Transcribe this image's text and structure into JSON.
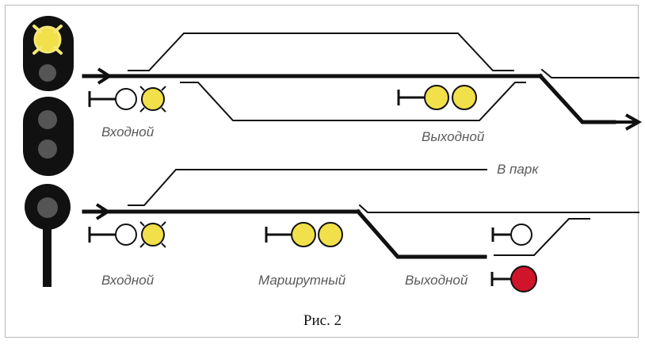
{
  "labels": {
    "entry_top": "Входной",
    "exit_top": "Выходной",
    "to_park": "В парк",
    "entry_bottom": "Входной",
    "route": "Маршрутный",
    "exit_bottom": "Выходной"
  },
  "caption": "Рис. 2",
  "colors": {
    "lamp_yellow": "#f2e04a",
    "lamp_red": "#d0142a",
    "lamp_off": "#555555",
    "lamp_white": "#ffffff",
    "mast": "#111111",
    "track": "#111111",
    "lamp_glow": "#f5e87a"
  },
  "icons": {
    "mast_signal": "signal-mast-icon",
    "flashing_lamp": "flashing-lamp-icon",
    "direction_arrow": "arrow-right-icon"
  }
}
